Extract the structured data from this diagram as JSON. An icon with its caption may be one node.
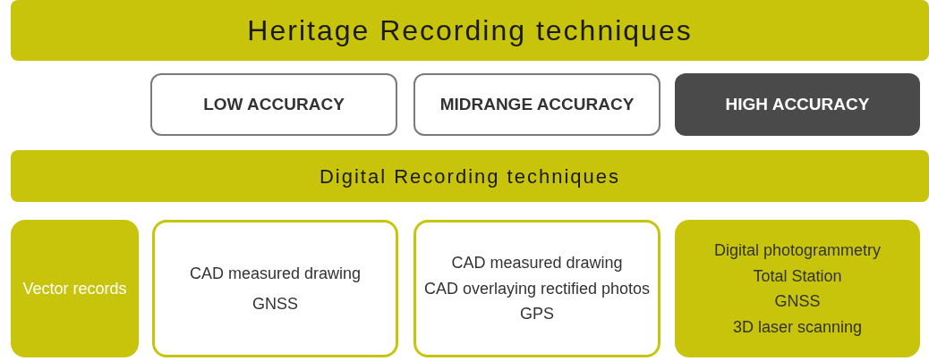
{
  "diagram": {
    "nodes": [
      {
        "text": [
          "Heritage Recording techniques"
        ]
      },
      {
        "text": [
          "LOW ACCURACY"
        ]
      },
      {
        "text": [
          "MIDRANGE ACCURACY"
        ]
      },
      {
        "text": [
          "HIGH ACCURACY"
        ]
      },
      {
        "text": [
          "Digital Recording techniques"
        ]
      },
      {
        "text": [
          "Vector records"
        ]
      },
      {
        "text": [
          "CAD measured drawing",
          "GNSS"
        ]
      },
      {
        "text": [
          "CAD measured drawing",
          "CAD overlaying rectified photos",
          "GPS"
        ]
      },
      {
        "text": [
          "Digital photogrammetry",
          "Total Station",
          "GNSS",
          "3D laser scanning"
        ]
      }
    ]
  }
}
